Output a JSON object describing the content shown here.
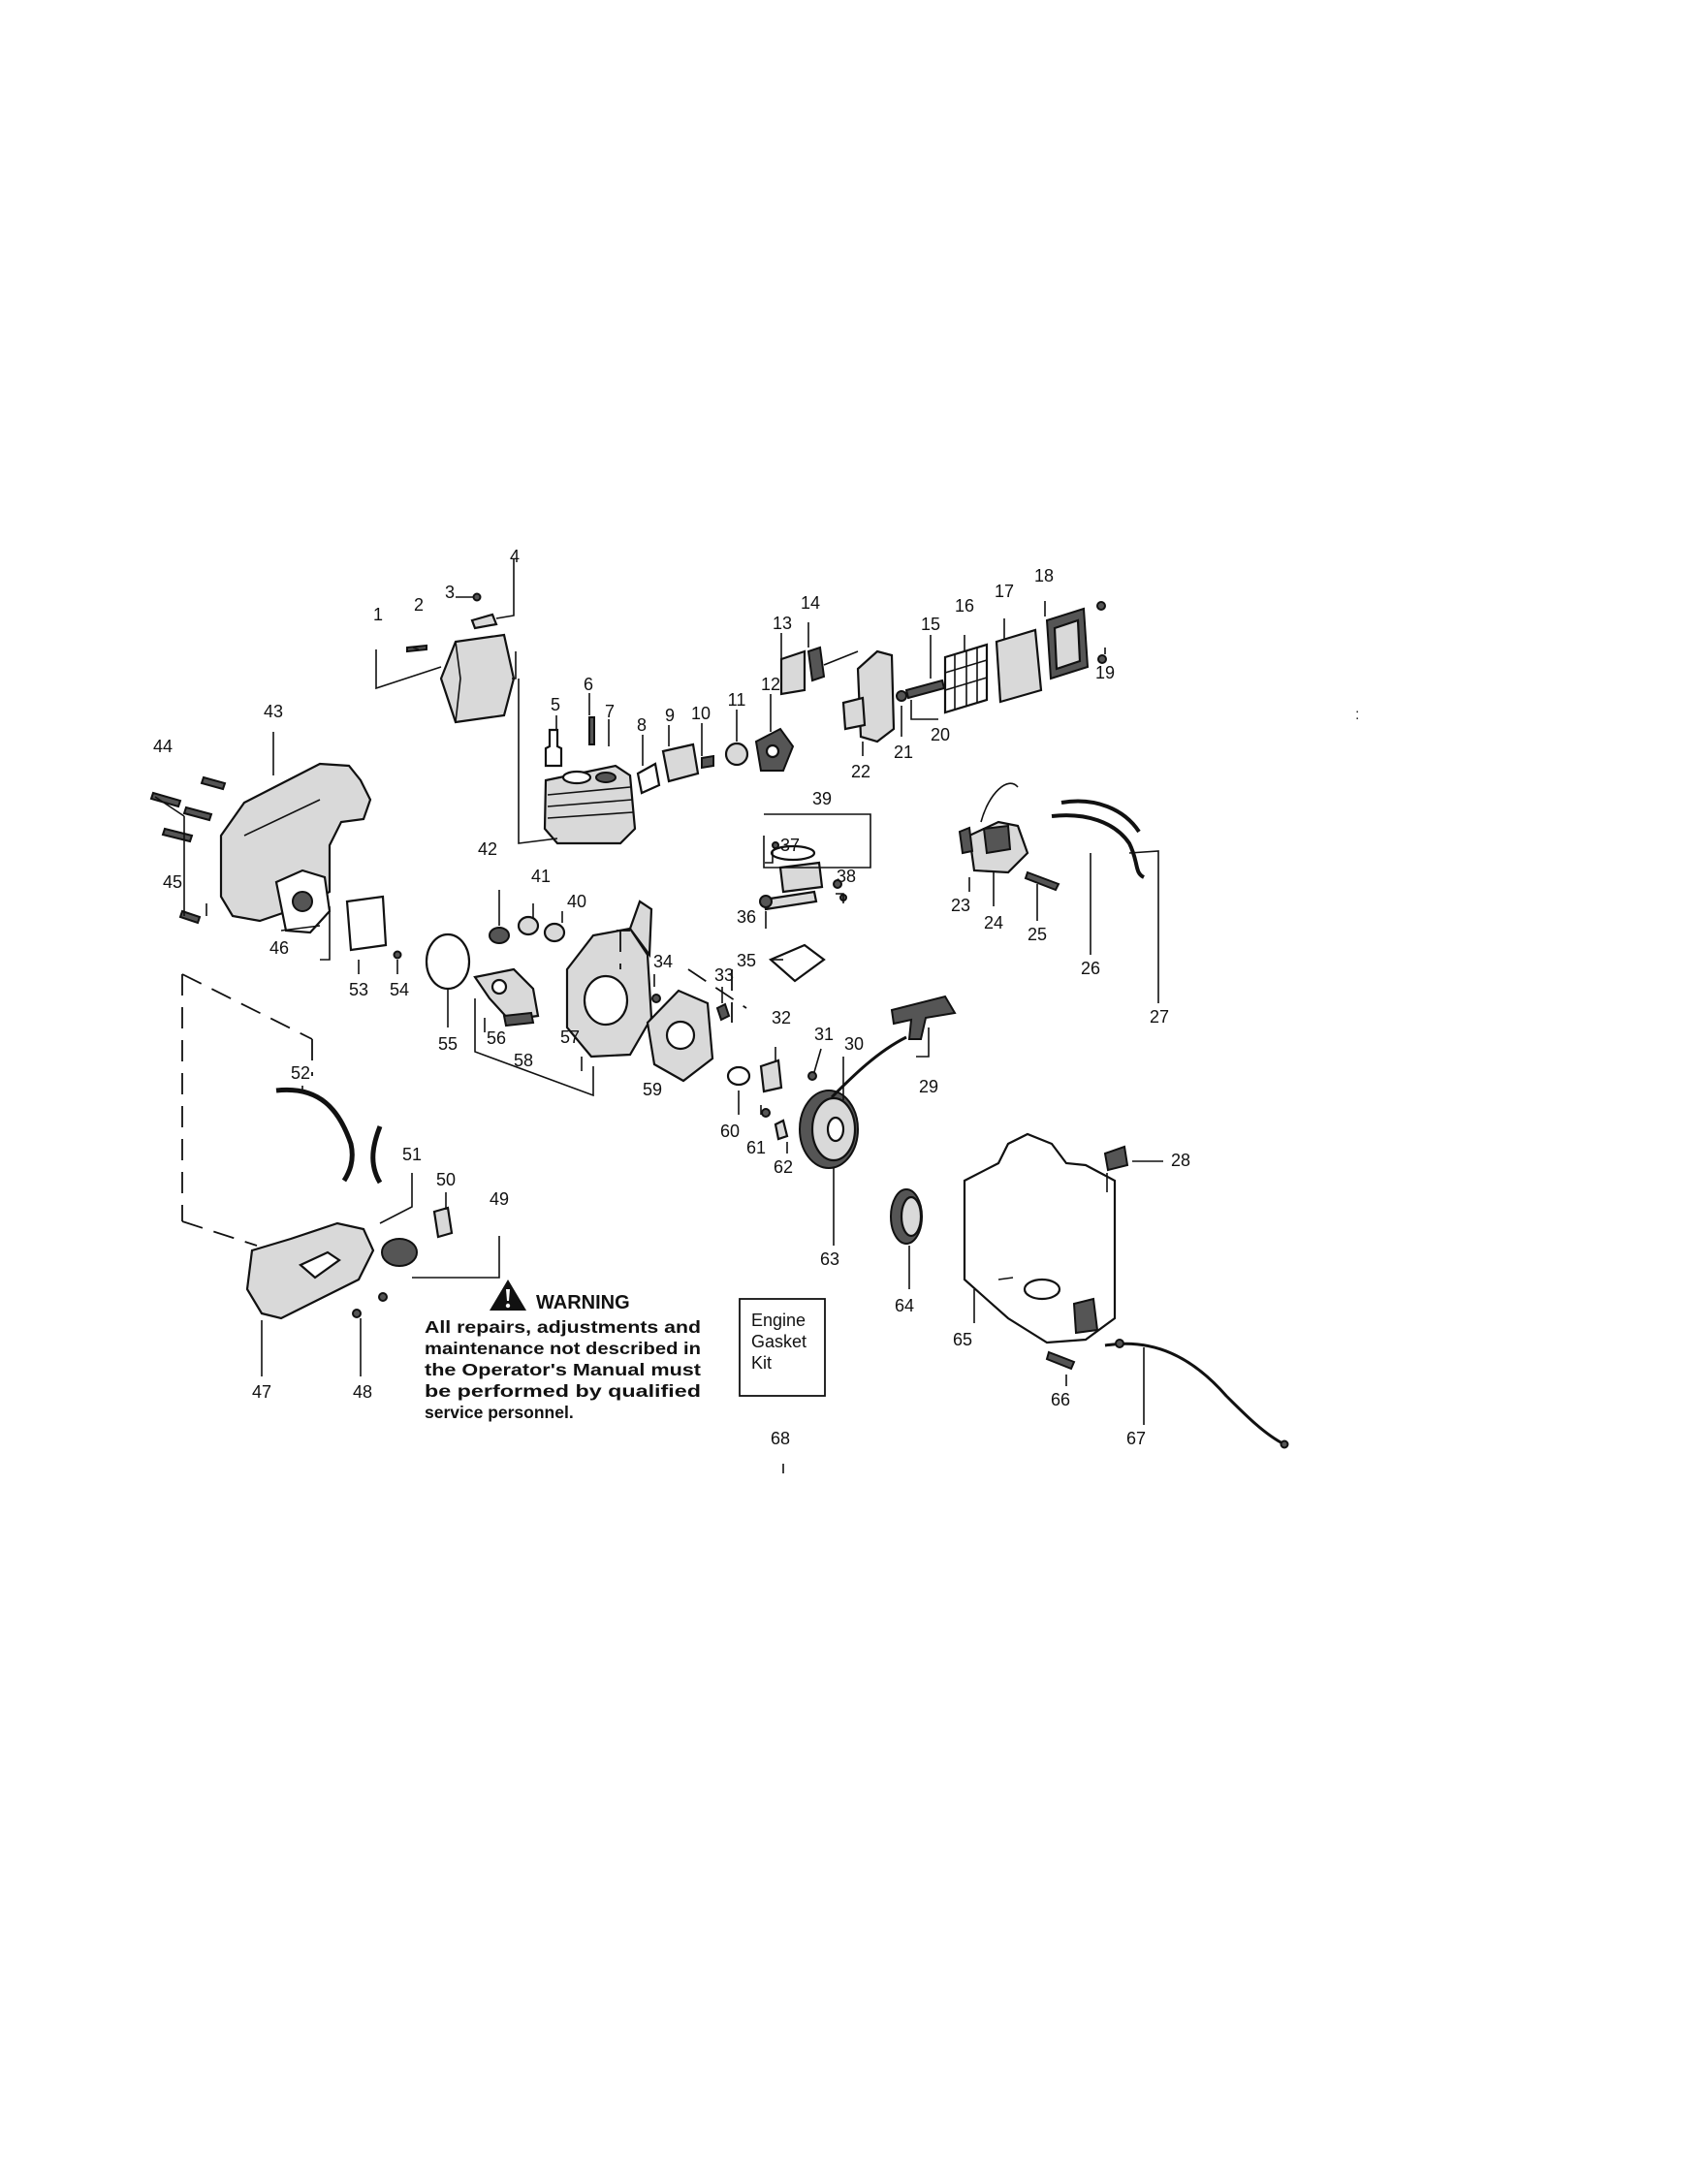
{
  "diagram": {
    "part_numbers": [
      "1",
      "2",
      "3",
      "4",
      "5",
      "6",
      "7",
      "8",
      "9",
      "10",
      "11",
      "12",
      "13",
      "14",
      "15",
      "16",
      "17",
      "18",
      "19",
      "20",
      "21",
      "22",
      "23",
      "24",
      "25",
      "26",
      "27",
      "28",
      "29",
      "30",
      "31",
      "32",
      "33",
      "34",
      "35",
      "36",
      "37",
      "38",
      "39",
      "40",
      "41",
      "42",
      "43",
      "44",
      "45",
      "46",
      "47",
      "48",
      "49",
      "50",
      "51",
      "52",
      "53",
      "54",
      "55",
      "56",
      "57",
      "58",
      "59",
      "60",
      "61",
      "62",
      "63",
      "64",
      "65",
      "66",
      "67",
      "68"
    ],
    "warning": {
      "title": "WARNING",
      "lines": [
        "All repairs, adjustments and",
        "maintenance not described in",
        "the Operator's Manual must",
        "be performed by qualified",
        "service personnel."
      ]
    },
    "kit_box": {
      "lines": [
        "Engine",
        "Gasket",
        "Kit"
      ],
      "number": "68"
    },
    "stray_mark": ":"
  }
}
